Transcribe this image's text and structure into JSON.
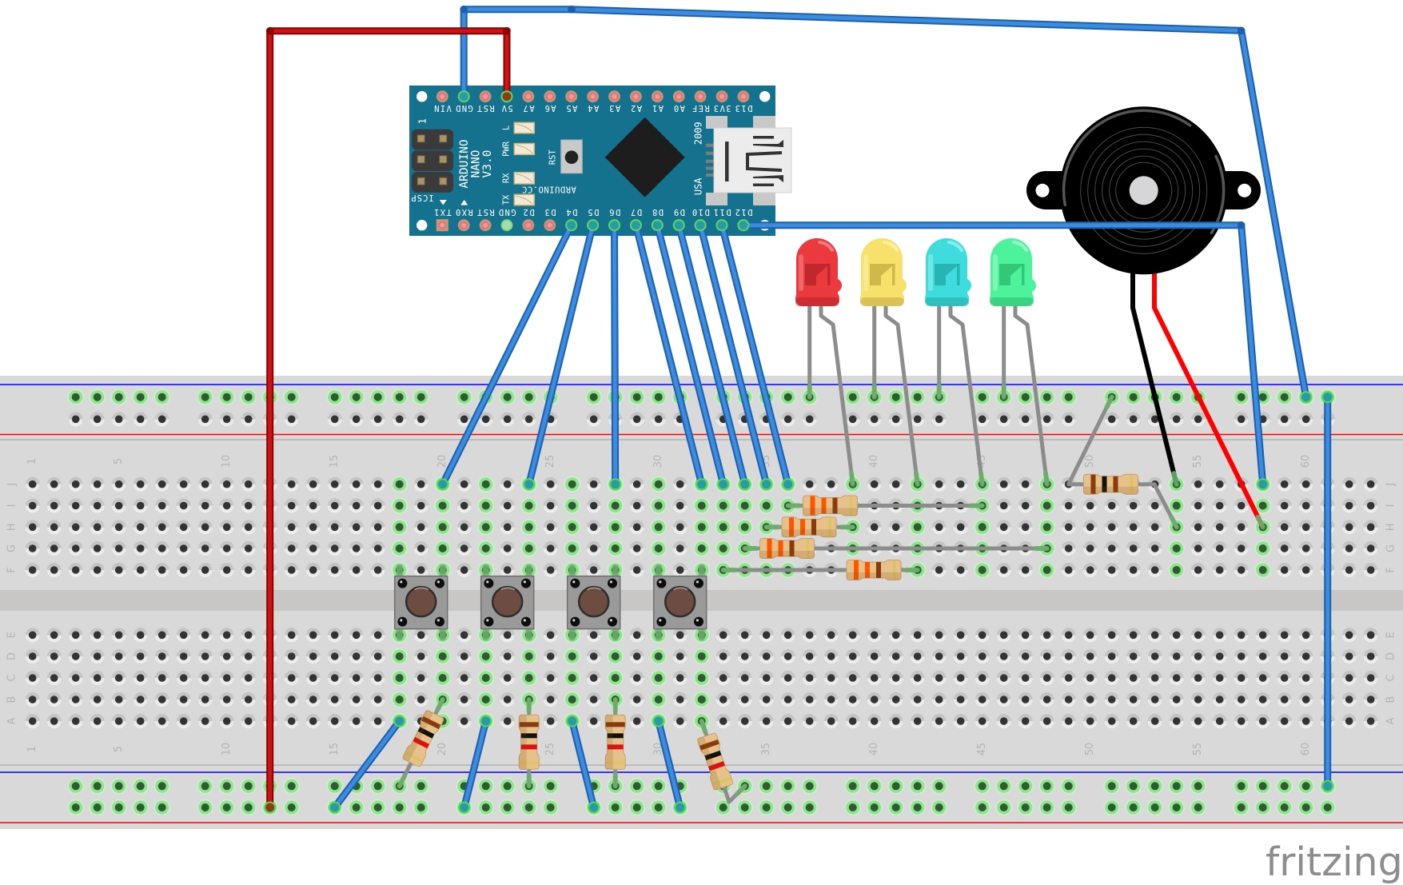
{
  "app": {
    "logo_text": "fritzing",
    "logo_color": "#8d8d8d"
  },
  "breadboard": {
    "columns": 63,
    "column_labels": [
      "1",
      "5",
      "10",
      "15",
      "20",
      "25",
      "30",
      "35",
      "40",
      "45",
      "50",
      "55",
      "60"
    ],
    "upper_rows": [
      "J",
      "I",
      "H",
      "G",
      "F"
    ],
    "lower_rows": [
      "E",
      "D",
      "C",
      "B",
      "A"
    ],
    "connected": {
      "upper_columns": [
        18,
        20,
        22,
        24,
        26,
        28,
        30,
        32,
        33,
        34,
        35,
        36,
        39,
        42,
        45,
        48,
        54,
        58
      ],
      "lower_columns": [
        18,
        20,
        22,
        24,
        26,
        28,
        30,
        32
      ],
      "rails": [
        "top1",
        "bottom1",
        "bottom2"
      ]
    },
    "colors": {
      "board": "#d9d9d9",
      "channel": "#c9c7c5",
      "hole": "#333333",
      "connected_hole": "#2d5c2d",
      "label": "#b3b3b3",
      "positive_line": "#ff0000",
      "negative_line": "#0000ff"
    }
  },
  "arduino": {
    "model_lines": [
      "ARDUINO",
      "NANO",
      "V3.0"
    ],
    "top_pins": [
      "VIN",
      "GND",
      "RST",
      "5V",
      "A7",
      "A6",
      "A5",
      "A4",
      "A3",
      "A2",
      "A1",
      "A0",
      "REF",
      "3V3",
      "D13"
    ],
    "bottom_pins": [
      "TX1",
      "RX0",
      "RST",
      "GND",
      "D2",
      "D3",
      "D4",
      "D5",
      "D6",
      "D7",
      "D8",
      "D9",
      "D10",
      "D11",
      "D12"
    ],
    "connected_pins": {
      "top": [
        "GND",
        "5V"
      ],
      "bottom": [
        "GND",
        "D4",
        "D5",
        "D6",
        "D7",
        "D8",
        "D9",
        "D10",
        "D11",
        "D12"
      ]
    },
    "indicator_leds": [
      "L",
      "PWR",
      "RX",
      "TX"
    ],
    "reset_label": "RST",
    "website_label": "ARDUINO.CC",
    "year_label": "2009",
    "country_label": "USA",
    "icsp_label": "ICSP",
    "pin1_label": "1",
    "board_color": "#14728f"
  },
  "leds": [
    {
      "id": "led-red",
      "color": "#ea3a3d",
      "shade": "#b3222a",
      "highlight": "#f58a8c",
      "cathode": "top1-37",
      "anode": "J39"
    },
    {
      "id": "led-yellow",
      "color": "#f7e16a",
      "shade": "#c4aa40",
      "highlight": "#fcf2b2",
      "cathode": "top1-40",
      "anode": "J42"
    },
    {
      "id": "led-cyan",
      "color": "#3edcdc",
      "shade": "#21a7a7",
      "highlight": "#9af2f2",
      "cathode": "top1-43",
      "anode": "J45"
    },
    {
      "id": "led-green",
      "color": "#4df39b",
      "shade": "#2bb86f",
      "highlight": "#a4f9cc",
      "cathode": "top1-46",
      "anode": "J48"
    }
  ],
  "resistors": [
    {
      "id": "resistor-cyan-led",
      "bands": [
        "#ff5500",
        "#ff5500",
        "#8b3a0e",
        "#dcc463"
      ],
      "from": "I36",
      "to": "I45"
    },
    {
      "id": "resistor-red-led",
      "bands": [
        "#ff5500",
        "#ff5500",
        "#8b3a0e",
        "#dcc463"
      ],
      "from": "H35",
      "to": "H39"
    },
    {
      "id": "resistor-green-led",
      "bands": [
        "#ff5500",
        "#ff5500",
        "#8b3a0e",
        "#dcc463"
      ],
      "from": "G34",
      "to": "G48"
    },
    {
      "id": "resistor-yellow-led",
      "bands": [
        "#ff5500",
        "#ff5500",
        "#8b3a0e",
        "#dcc463"
      ],
      "from": "F33",
      "to": "F42"
    },
    {
      "id": "resistor-button-1",
      "bands": [
        "#8b3a0e",
        "#111111",
        "#dd1111",
        "#dcc463"
      ],
      "from": "B20",
      "to": "bottom1-18"
    },
    {
      "id": "resistor-button-2",
      "bands": [
        "#8b3a0e",
        "#111111",
        "#dd1111",
        "#dcc463"
      ],
      "from": "B24",
      "to": "bottom1-24"
    },
    {
      "id": "resistor-button-3",
      "bands": [
        "#8b3a0e",
        "#111111",
        "#dd1111",
        "#dcc463"
      ],
      "from": "B28",
      "to": "bottom1-28"
    },
    {
      "id": "resistor-button-4",
      "bands": [
        "#8b3a0e",
        "#111111",
        "#dd1111",
        "#dcc463"
      ],
      "from": "A32",
      "to": "bottom1-34"
    },
    {
      "id": "resistor-buzzer",
      "bands": [
        "#8b3a0e",
        "#111111",
        "#8b3a0e",
        "#dcc463"
      ],
      "from": "top1-51",
      "to": "H54"
    }
  ],
  "button_style": {
    "body": "#9a9a9a",
    "cap": "#6d4c41"
  },
  "buttons": [
    {
      "pins": [
        "F18",
        "F20",
        "E18",
        "E20"
      ]
    },
    {
      "pins": [
        "F22",
        "F24",
        "E22",
        "E24"
      ]
    },
    {
      "pins": [
        "F26",
        "F28",
        "E26",
        "E28"
      ]
    },
    {
      "pins": [
        "F30",
        "F32",
        "E30",
        "E32"
      ]
    }
  ],
  "buzzer": {
    "body_color": "#000000",
    "rim_color": "#555555",
    "center_color": "#d6d6d8",
    "leads": [
      {
        "id": "buzzer-lead-negative",
        "color": "#000000",
        "to": "J54"
      },
      {
        "id": "buzzer-lead-positive",
        "color": "#ff0000",
        "to": "H58"
      }
    ]
  },
  "wire_styles": {
    "blue": {
      "color": "#3d8bdc",
      "edge": "#1b5fb0",
      "tip": "#2a9aa6"
    },
    "red": {
      "color": "#cc1414",
      "edge": "#8b0000",
      "tip": "#8e3a12"
    }
  },
  "wires": [
    {
      "id": "wire-gnd",
      "style": "blue",
      "from": "nano:top:GND",
      "to": "top1-60"
    },
    {
      "id": "wire-5v",
      "style": "red",
      "from": "nano:top:5V",
      "to": "bottom2-12"
    },
    {
      "id": "wire-d4",
      "style": "blue",
      "from": "nano:bottom:D4",
      "to": "J20"
    },
    {
      "id": "wire-d5",
      "style": "blue",
      "from": "nano:bottom:D5",
      "to": "J24"
    },
    {
      "id": "wire-d6",
      "style": "blue",
      "from": "nano:bottom:D6",
      "to": "J28"
    },
    {
      "id": "wire-d7",
      "style": "blue",
      "from": "nano:bottom:D7",
      "to": "J32"
    },
    {
      "id": "wire-d8",
      "style": "blue",
      "from": "nano:bottom:D8",
      "to": "J33"
    },
    {
      "id": "wire-d9",
      "style": "blue",
      "from": "nano:bottom:D9",
      "to": "J34"
    },
    {
      "id": "wire-d10",
      "style": "blue",
      "from": "nano:bottom:D10",
      "to": "J35"
    },
    {
      "id": "wire-d11",
      "style": "blue",
      "from": "nano:bottom:D11",
      "to": "J36"
    },
    {
      "id": "wire-d12",
      "style": "blue",
      "from": "nano:bottom:D12",
      "to": "J58"
    },
    {
      "id": "wire-rail-gnd",
      "style": "blue",
      "from": "top1-61",
      "to": "bottom1-61"
    },
    {
      "id": "wire-button-1",
      "style": "blue",
      "from": "A18",
      "to": "bottom2-15"
    },
    {
      "id": "wire-button-2",
      "style": "blue",
      "from": "A22",
      "to": "bottom2-21"
    },
    {
      "id": "wire-button-3",
      "style": "blue",
      "from": "A26",
      "to": "bottom2-27"
    },
    {
      "id": "wire-button-4",
      "style": "blue",
      "from": "A30",
      "to": "bottom2-31"
    }
  ]
}
